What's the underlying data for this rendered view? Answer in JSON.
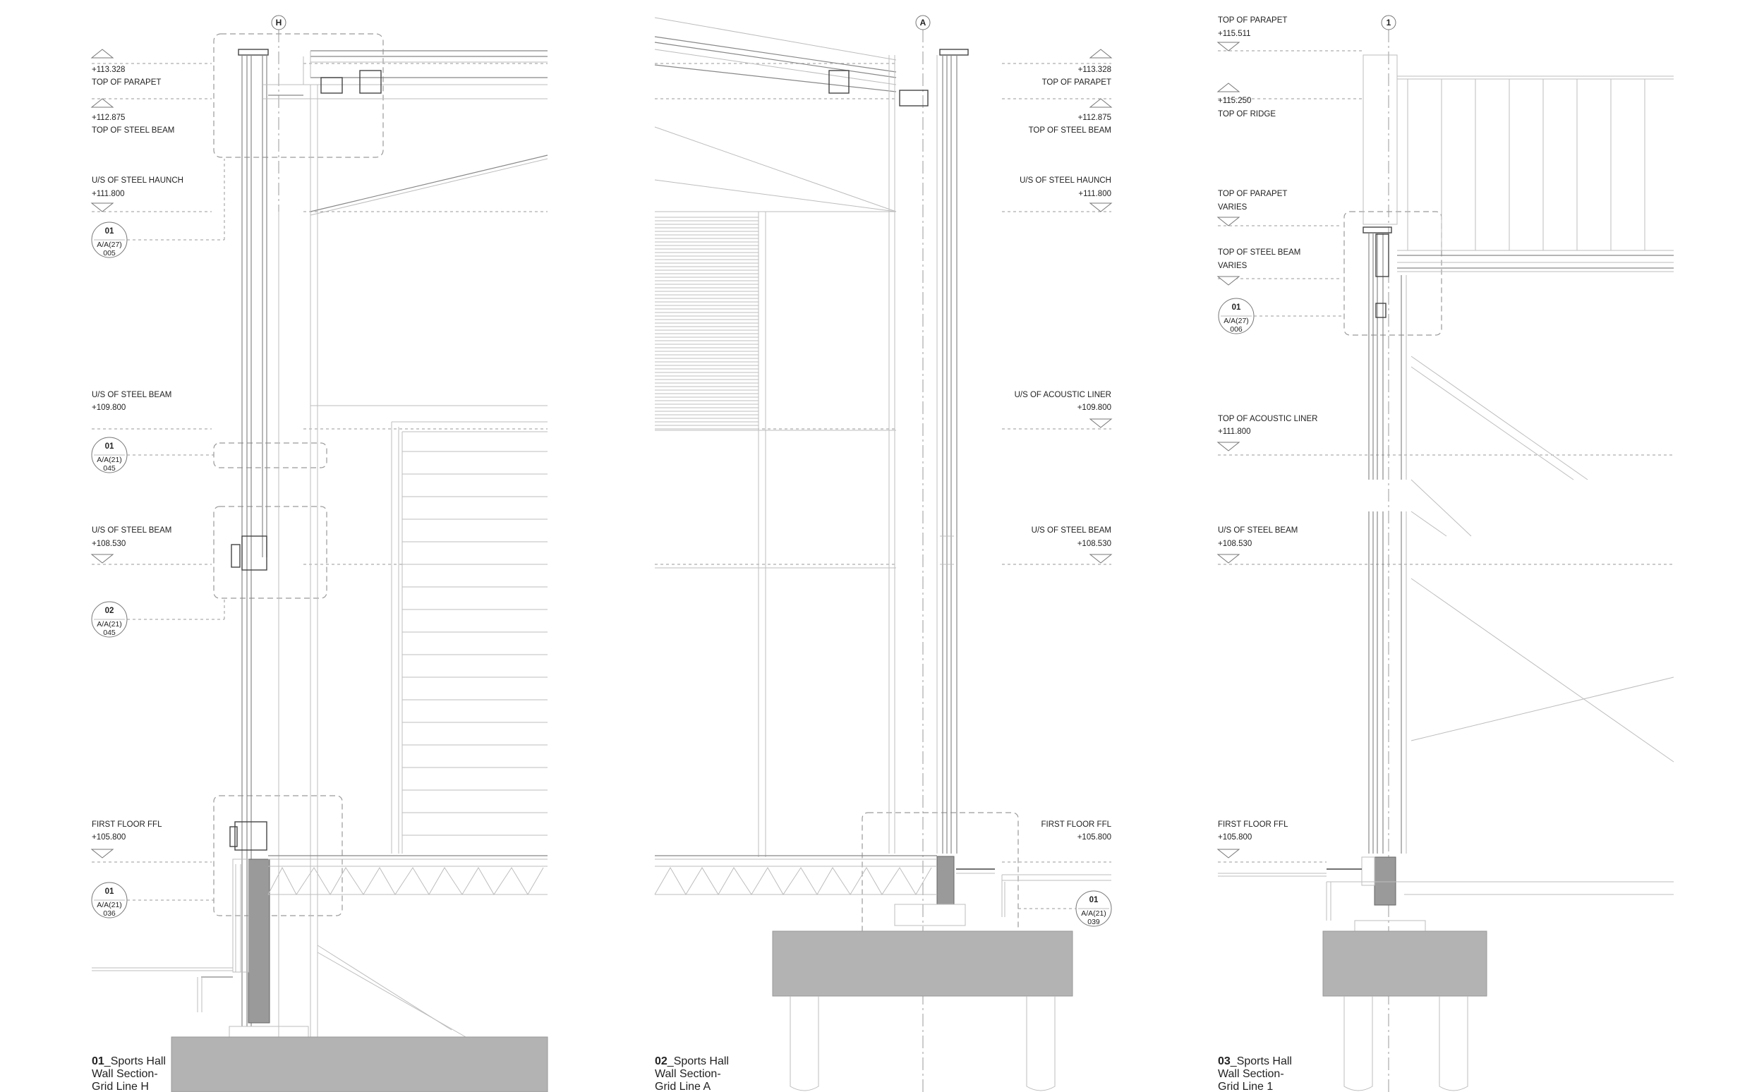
{
  "sections": [
    {
      "number": "01",
      "title_line1": "_Sports Hall",
      "title_line2": "Wall Section-",
      "title_line3": "Grid Line H",
      "grid_label": "H",
      "levels": [
        {
          "value": "+113.328",
          "label": "TOP OF PARAPET"
        },
        {
          "value": "+112.875",
          "label": "TOP OF STEEL BEAM"
        },
        {
          "value": "+111.800",
          "label": "U/S OF STEEL HAUNCH"
        },
        {
          "value": "+109.800",
          "label": "U/S OF STEEL BEAM"
        },
        {
          "value": "+108.530",
          "label": "U/S OF STEEL BEAM"
        },
        {
          "value": "+105.800",
          "label": "FIRST FLOOR FFL"
        }
      ],
      "detail_tags": [
        {
          "num": "01",
          "ref": "A/A(27)",
          "sheet": "005"
        },
        {
          "num": "01",
          "ref": "A/A(21)",
          "sheet": "045"
        },
        {
          "num": "02",
          "ref": "A/A(21)",
          "sheet": "045"
        },
        {
          "num": "01",
          "ref": "A/A(21)",
          "sheet": "036"
        }
      ]
    },
    {
      "number": "02",
      "title_line1": "_Sports Hall",
      "title_line2": "Wall Section-",
      "title_line3": "Grid Line A",
      "grid_label": "A",
      "levels": [
        {
          "value": "+113.328",
          "label": "TOP OF PARAPET"
        },
        {
          "value": "+112.875",
          "label": "TOP OF STEEL BEAM"
        },
        {
          "value": "+111.800",
          "label": "U/S OF STEEL HAUNCH"
        },
        {
          "value": "+109.800",
          "label": "U/S OF ACOUSTIC LINER"
        },
        {
          "value": "+108.530",
          "label": "U/S OF STEEL BEAM"
        },
        {
          "value": "+105.800",
          "label": "FIRST FLOOR FFL"
        }
      ],
      "detail_tags": [
        {
          "num": "01",
          "ref": "A/A(21)",
          "sheet": "039"
        }
      ]
    },
    {
      "number": "03",
      "title_line1": "_Sports Hall",
      "title_line2": "Wall Section-",
      "title_line3": "Grid Line 1",
      "grid_label": "1",
      "levels": [
        {
          "value": "+115.511",
          "label": "TOP OF PARAPET"
        },
        {
          "value": "+115.250",
          "label": "TOP OF RIDGE"
        },
        {
          "value": "VARIES",
          "label": "TOP OF PARAPET"
        },
        {
          "value": "VARIES",
          "label": "TOP OF STEEL BEAM"
        },
        {
          "value": "+111.800",
          "label": "TOP OF ACOUSTIC LINER"
        },
        {
          "value": "+108.530",
          "label": "U/S OF STEEL BEAM"
        },
        {
          "value": "+105.800",
          "label": "FIRST FLOOR FFL"
        }
      ],
      "detail_tags": [
        {
          "num": "01",
          "ref": "A/A(27)",
          "sheet": "006"
        }
      ]
    }
  ],
  "colors": {
    "line": "#bdbdbd",
    "dark_line": "#444444",
    "concrete": "#b3b3b3",
    "wall_fill": "#9a9a9a"
  }
}
